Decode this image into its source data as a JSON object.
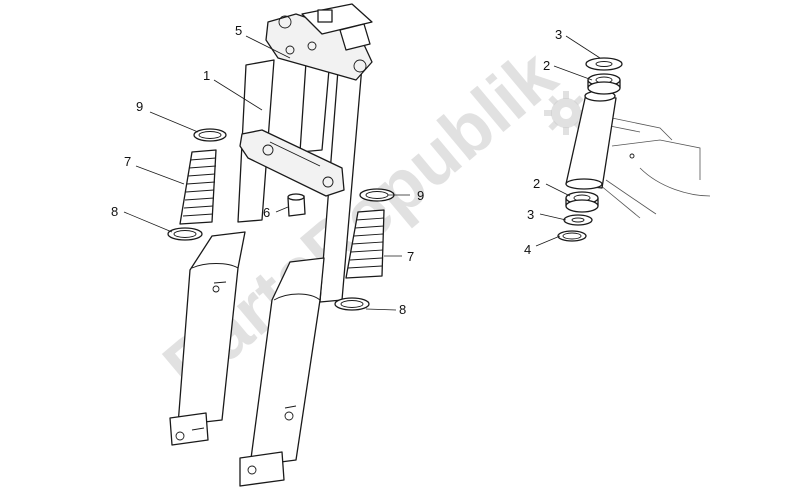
{
  "watermark": {
    "text": "PartsRepublik",
    "color": "#c8c8c8"
  },
  "callouts": [
    {
      "id": "c5",
      "label": "5"
    },
    {
      "id": "c1",
      "label": "1"
    },
    {
      "id": "c9a",
      "label": "9"
    },
    {
      "id": "c7a",
      "label": "7"
    },
    {
      "id": "c8a",
      "label": "8"
    },
    {
      "id": "c6",
      "label": "6"
    },
    {
      "id": "c9b",
      "label": "9"
    },
    {
      "id": "c7b",
      "label": "7"
    },
    {
      "id": "c8b",
      "label": "8"
    },
    {
      "id": "c3a",
      "label": "3"
    },
    {
      "id": "c2a",
      "label": "2"
    },
    {
      "id": "c2b",
      "label": "2"
    },
    {
      "id": "c3b",
      "label": "3"
    },
    {
      "id": "c4",
      "label": "4"
    }
  ],
  "colors": {
    "line": "#1a1a1a",
    "background": "#ffffff"
  }
}
